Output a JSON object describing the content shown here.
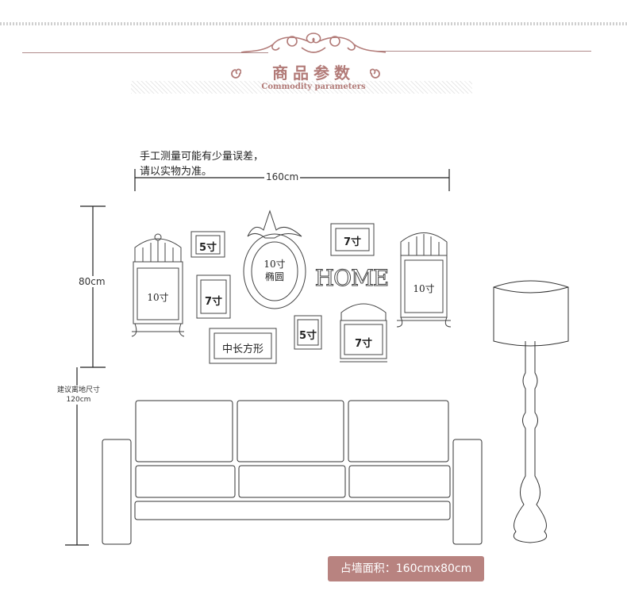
{
  "header": {
    "title": "商品参数",
    "subtitle": "Commodity parameters"
  },
  "note": {
    "line1": "手工测量可能有少量误差，",
    "line2": "请以实物为准。"
  },
  "dimensions": {
    "width": "160cm",
    "height": "80cm",
    "recommend_line1": "建议离地尺寸",
    "recommend_line2": "120cm"
  },
  "frames": {
    "birdcage_left": "10寸",
    "small_5_top": "5寸",
    "small_7_left": "7寸",
    "oval_line1": "10寸",
    "oval_line2": "椭圆",
    "rect_bottom": "中长方形",
    "small_5_mid": "5寸",
    "top_7_right": "7寸",
    "home": "HOME",
    "birdcage_mid": "7寸",
    "birdcage_right": "10寸"
  },
  "badge": {
    "text": "占墙面积：160cmx80cm"
  },
  "colors": {
    "accent": "#b27b78",
    "badge_bg": "#b88380"
  }
}
